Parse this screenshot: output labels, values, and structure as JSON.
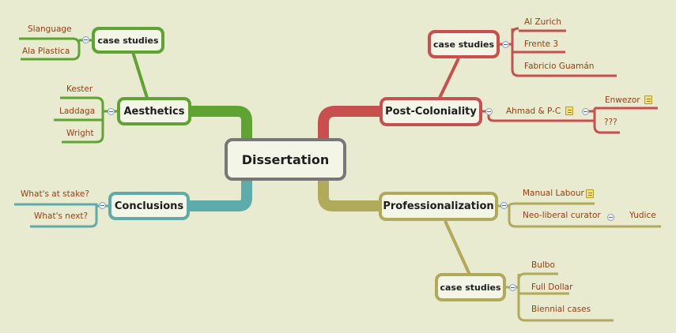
{
  "colors": {
    "aesthetics": "#5fa332",
    "conclusions": "#5eabab",
    "postcolonial": "#c94f4f",
    "professional": "#b0aa5a",
    "root": "#777777",
    "leaf_text": "#9a3d14"
  },
  "root": {
    "label": "Dissertation"
  },
  "aesthetics": {
    "label": "Aesthetics",
    "case_studies": {
      "label": "case studies",
      "items": [
        "Slanguage",
        "Ala Plastica"
      ]
    },
    "items": [
      "Kester",
      "Laddaga",
      "Wright"
    ]
  },
  "conclusions": {
    "label": "Conclusions",
    "items": [
      "What's at stake?",
      "What's next?"
    ]
  },
  "postcolonial": {
    "label": "Post-Coloniality",
    "case_studies": {
      "label": "case studies",
      "items": [
        "Al Zurich",
        "Frente 3",
        "Fabricio Guamán"
      ]
    },
    "ahmad": {
      "label": "Ahmad & P-C",
      "items": [
        "Enwezor",
        "???"
      ]
    }
  },
  "professional": {
    "label": "Professionalization",
    "items": [
      "Manual Labour",
      "Neo-liberal curator"
    ],
    "neoliberal_child": "Yudice",
    "case_studies": {
      "label": "case studies",
      "items": [
        "Bulbo",
        "Full Dollar",
        "Biennial cases"
      ]
    }
  },
  "icons": [
    "collapse-toggle-icon",
    "note-icon"
  ]
}
